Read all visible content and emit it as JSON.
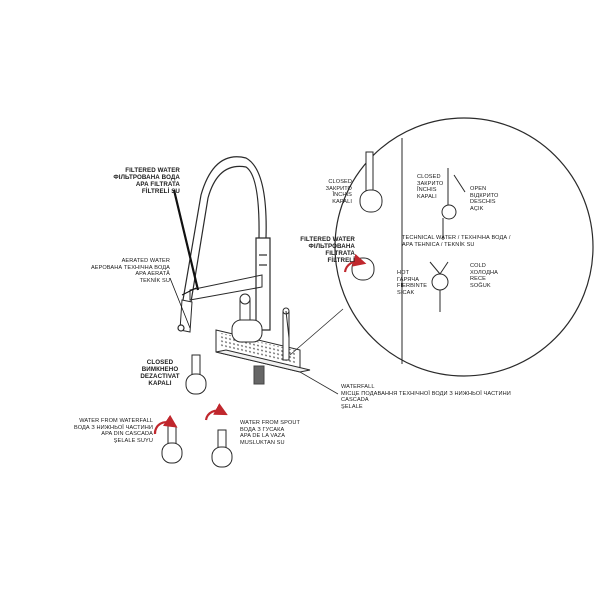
{
  "labels": {
    "filtered_main": [
      "FILTERED WATER",
      "ФІЛЬТРОВАНА ВОДА",
      "APA FILTRATA",
      "FİLTRELİ SU"
    ],
    "aerated": [
      "AERATED WATER",
      "АЕРОВАНА ТЕХНІЧНА ВОДА",
      "APA AERATĂ",
      "TEKNİK SU"
    ],
    "closed_main": [
      "CLOSED",
      "ВИМКНЕНО",
      "DEZACTIVAT",
      "KAPALI"
    ],
    "waterfall_main": [
      "WATERFALL",
      "МІСЦЕ ПОДАВАННЯ ТЕХНІЧНОЇ ВОДИ З НИЖНЬОЇ ЧАСТИНИ",
      "CASCADA",
      "ŞELALE"
    ],
    "from_waterfall": [
      "WATER FROM WATERFALL",
      "ВОДА З НИЖНЬОЇ ЧАСТИНИ",
      "APA DIN CASCADA",
      "ŞELALE SUYU"
    ],
    "from_spout": [
      "WATER FROM SPOUT",
      "ВОДА З ГУСАКА",
      "APA DE LA VAZA",
      "MUSLUKTAN SU"
    ],
    "detail_closed_left": [
      "CLOSED",
      "ЗАКРИТО",
      "ÎNCHIS",
      "KAPALI"
    ],
    "detail_filtered": [
      "FILTERED WATER",
      "ФІЛЬТРОВАНА",
      "FILTRATA",
      "FİLTRELİ"
    ],
    "detail_closed_right": [
      "CLOSED",
      "ЗАКРИТО",
      "ÎNCHIS",
      "KAPALI"
    ],
    "detail_open": [
      "OPEN",
      "ВІДКРИТО",
      "DESCHIS",
      "AÇIK"
    ],
    "technical_water": [
      "TECHNICAL WATER / ТЕХНІЧНА ВОДА /",
      "APA TEHNICA / TEKNİK SU"
    ],
    "hot": [
      "HOT",
      "ГАРЯЧА",
      "FIERBINTE",
      "SICAK"
    ],
    "cold": [
      "COLD",
      "ХОЛОДНА",
      "RECE",
      "SOĞUK"
    ]
  }
}
